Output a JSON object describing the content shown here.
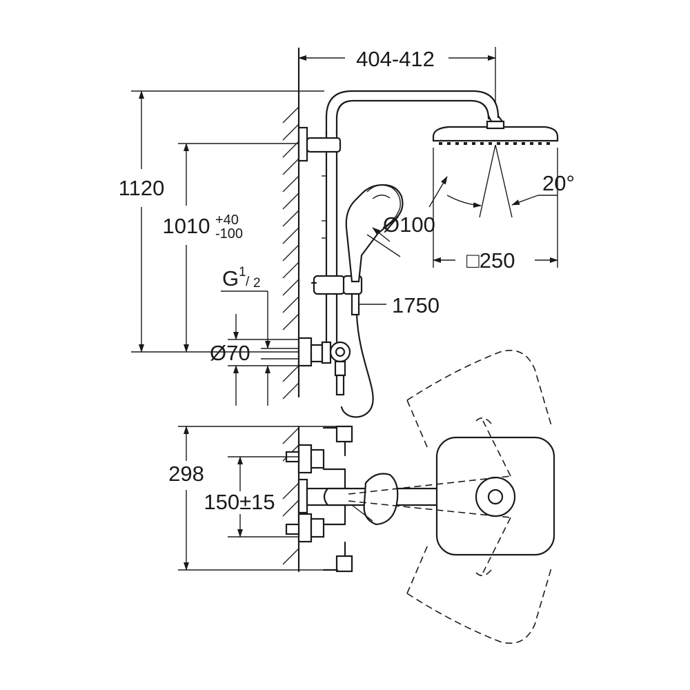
{
  "dimensions": {
    "arm_reach": "404-412",
    "total_height": "1120",
    "adjustable_height": "1010",
    "adjustable_tolerance_plus": "+40",
    "adjustable_tolerance_minus": "-100",
    "thread_prefix": "G",
    "thread_num": "1",
    "thread_den": "2",
    "escutcheon_diameter": "Ø70",
    "hand_shower_diameter": "Ø100",
    "head_spray_angle": "20°",
    "head_square_size": "□250",
    "hose_length": "1750",
    "valve_depth": "298",
    "inlet_spacing": "150±15"
  }
}
